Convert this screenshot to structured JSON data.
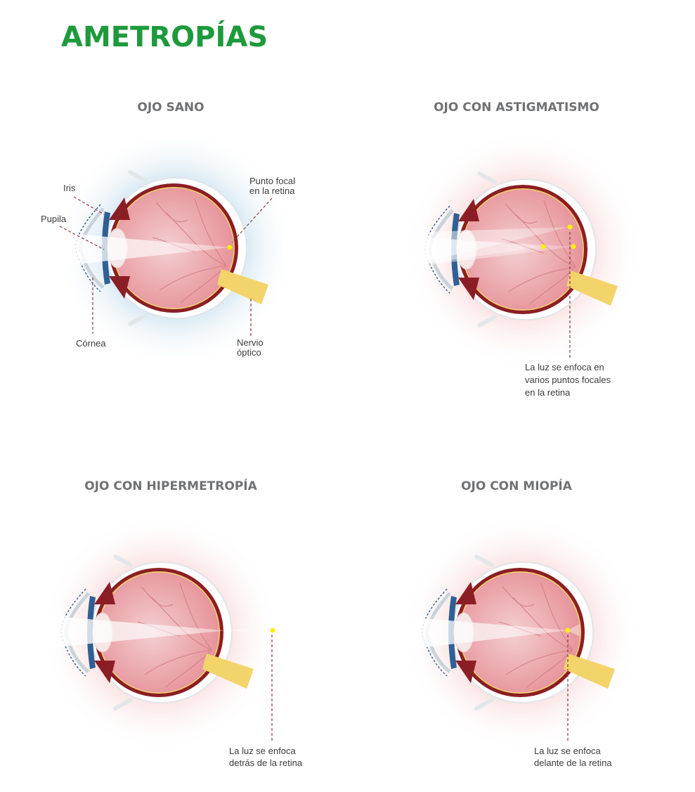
{
  "title": "AMETROPÍAS",
  "colors": {
    "title": "#1e9a3c",
    "heading": "#707173",
    "focal_point": "#ffee00",
    "healthy_glow": "#cfe3f0",
    "ametropia_glow": "#f8dada"
  },
  "panels": [
    {
      "heading": "OJO SANO",
      "labels": {
        "iris": "Iris",
        "pupila": "Pupila",
        "cornea": "Córnea",
        "punto_focal": [
          "Punto focal",
          "en la retina"
        ],
        "nervio": [
          "Nervio",
          "óptico"
        ]
      }
    },
    {
      "heading": "OJO CON ASTIGMATISMO",
      "note": [
        "La luz se enfoca en",
        "varios puntos focales",
        "en la retina"
      ]
    },
    {
      "heading": "OJO CON HIPERMETROPÍA",
      "note": [
        "La luz se enfoca",
        "detrás de la retina"
      ]
    },
    {
      "heading": "OJO CON MIOPÍA",
      "note": [
        "La luz se enfoca",
        "delante de la retina"
      ]
    }
  ]
}
